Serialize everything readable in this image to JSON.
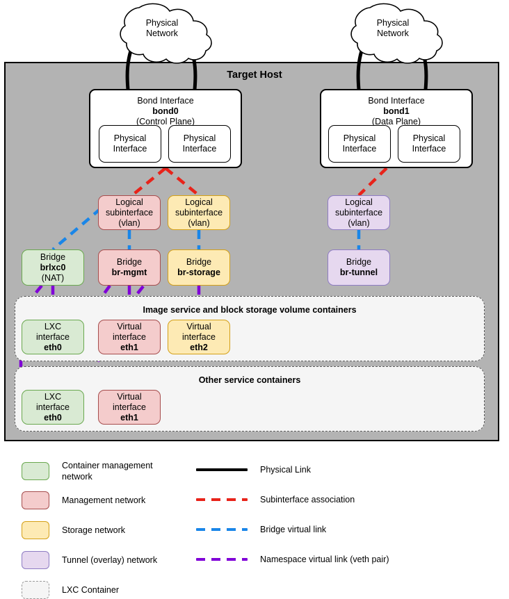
{
  "diagram": {
    "title": "Target Host",
    "clouds": [
      {
        "id": "cloud-left",
        "label_line1": "Physical",
        "label_line2": "Network"
      },
      {
        "id": "cloud-right",
        "label_line1": "Physical",
        "label_line2": "Network"
      }
    ],
    "bonds": [
      {
        "id": "bond0",
        "title": "Bond Interface",
        "name": "bond0",
        "plane": "(Control Plane)",
        "members": [
          {
            "line1": "Physical",
            "line2": "Interface"
          },
          {
            "line1": "Physical",
            "line2": "Interface"
          }
        ]
      },
      {
        "id": "bond1",
        "title": "Bond Interface",
        "name": "bond1",
        "plane": "(Data Plane)",
        "members": [
          {
            "line1": "Physical",
            "line2": "Interface"
          },
          {
            "line1": "Physical",
            "line2": "Interface"
          }
        ]
      }
    ],
    "subinterfaces": [
      {
        "id": "subif-mgmt",
        "line1": "Logical",
        "line2": "subinterface",
        "line3": "(vlan)",
        "color": "red"
      },
      {
        "id": "subif-storage",
        "line1": "Logical",
        "line2": "subinterface",
        "line3": "(vlan)",
        "color": "yellow"
      },
      {
        "id": "subif-tunnel",
        "line1": "Logical",
        "line2": "subinterface",
        "line3": "(vlan)",
        "color": "purple"
      }
    ],
    "bridges": [
      {
        "id": "bridge-brlxc0",
        "title": "Bridge",
        "name": "brlxc0",
        "extra": "(NAT)",
        "color": "green"
      },
      {
        "id": "bridge-br-mgmt",
        "title": "Bridge",
        "name": "br-mgmt",
        "extra": "",
        "color": "red"
      },
      {
        "id": "bridge-br-storage",
        "title": "Bridge",
        "name": "br-storage",
        "extra": "",
        "color": "yellow"
      },
      {
        "id": "bridge-br-tunnel",
        "title": "Bridge",
        "name": "br-tunnel",
        "extra": "",
        "color": "purple"
      }
    ],
    "container_groups": [
      {
        "id": "group-image-block",
        "title": "Image service and block storage volume containers",
        "interfaces": [
          {
            "id": "iface-lxc-eth0-a",
            "line1": "LXC",
            "line2": "interface",
            "name": "eth0",
            "color": "green"
          },
          {
            "id": "iface-veth-eth1-a",
            "line1": "Virtual",
            "line2": "interface",
            "name": "eth1",
            "color": "red"
          },
          {
            "id": "iface-veth-eth2-a",
            "line1": "Virtual",
            "line2": "interface",
            "name": "eth2",
            "color": "yellow"
          }
        ]
      },
      {
        "id": "group-other",
        "title": "Other service containers",
        "interfaces": [
          {
            "id": "iface-lxc-eth0-b",
            "line1": "LXC",
            "line2": "interface",
            "name": "eth0",
            "color": "green"
          },
          {
            "id": "iface-veth-eth1-b",
            "line1": "Virtual",
            "line2": "interface",
            "name": "eth1",
            "color": "red"
          }
        ]
      }
    ]
  },
  "legend": {
    "swatches": [
      {
        "id": "legend-container-management",
        "label": "Container management\nnetwork",
        "color": "green"
      },
      {
        "id": "legend-management",
        "label": "Management network",
        "color": "red"
      },
      {
        "id": "legend-storage",
        "label": "Storage network",
        "color": "yellow"
      },
      {
        "id": "legend-tunnel",
        "label": "Tunnel (overlay) network",
        "color": "purple"
      },
      {
        "id": "legend-lxc-container",
        "label": "LXC Container",
        "color": "dashed"
      }
    ],
    "lines": [
      {
        "id": "legend-physical-link",
        "label": "Physical Link",
        "style": "solid",
        "color": "#000000"
      },
      {
        "id": "legend-subif-association",
        "label": "Subinterface association",
        "style": "dashed",
        "color": "#e8231a"
      },
      {
        "id": "legend-bridge-virtual",
        "label": "Bridge virtual link",
        "style": "dashed",
        "color": "#1a86e8"
      },
      {
        "id": "legend-namespace-virtual",
        "label": "Namespace virtual link (veth pair)",
        "style": "dashed",
        "color": "#8000d7"
      }
    ]
  },
  "colors": {
    "green_fill": "#d9ead3",
    "green_border": "#6aa84f",
    "red_fill": "#f4cccc",
    "red_border": "#a64d4d",
    "yellow_fill": "#fdeab4",
    "yellow_border": "#d4a017",
    "purple_fill": "#e6d8ef",
    "purple_border": "#8e7cc3",
    "host_fill": "#b3b3b3",
    "physical_link": "#000000",
    "subinterface_link": "#e8231a",
    "bridge_link": "#1a86e8",
    "veth_link": "#8000d7"
  }
}
